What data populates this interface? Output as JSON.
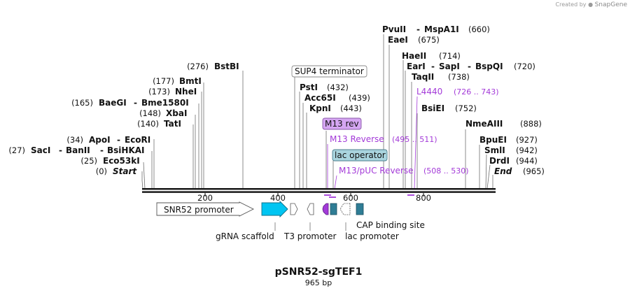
{
  "credit": {
    "prefix": "Created by",
    "brand": "SnapGene"
  },
  "plasmid": {
    "name": "pSNR52-sgTEF1",
    "length_label": "965 bp",
    "length": 965
  },
  "enzymes": [
    {
      "pos": "(0)",
      "names": [
        "Start"
      ],
      "bp": 0
    },
    {
      "pos": "(25)",
      "names": [
        "Eco53kI"
      ],
      "bp": 25
    },
    {
      "pos": "(27)",
      "names": [
        "SacI",
        "BanII",
        "BsiHKAI"
      ],
      "bp": 27
    },
    {
      "pos": "(34)",
      "names": [
        "ApoI",
        "EcoRI"
      ],
      "bp": 34
    },
    {
      "pos": "(140)",
      "names": [
        "TatI"
      ],
      "bp": 140
    },
    {
      "pos": "(148)",
      "names": [
        "XbaI"
      ],
      "bp": 148
    },
    {
      "pos": "(165)",
      "names": [
        "BaeGI",
        "Bme1580I"
      ],
      "bp": 165
    },
    {
      "pos": "(173)",
      "names": [
        "NheI"
      ],
      "bp": 173
    },
    {
      "pos": "(177)",
      "names": [
        "BmtI"
      ],
      "bp": 177
    },
    {
      "pos": "(276)",
      "names": [
        "BstBI"
      ],
      "bp": 276
    },
    {
      "pos": "(432)",
      "names": [
        "PstI"
      ],
      "bp": 432
    },
    {
      "pos": "(439)",
      "names": [
        "Acc65I"
      ],
      "bp": 439
    },
    {
      "pos": "(443)",
      "names": [
        "KpnI"
      ],
      "bp": 443
    },
    {
      "pos": "(660)",
      "names": [
        "PvuII",
        "MspA1I"
      ],
      "bp": 660
    },
    {
      "pos": "(675)",
      "names": [
        "EaeI"
      ],
      "bp": 675
    },
    {
      "pos": "(714)",
      "names": [
        "HaeII"
      ],
      "bp": 714
    },
    {
      "pos": "(720)",
      "names": [
        "EarI",
        "SapI",
        "BspQI"
      ],
      "bp": 720
    },
    {
      "pos": "(738)",
      "names": [
        "TaqII"
      ],
      "bp": 738
    },
    {
      "pos": "(752)",
      "names": [
        "BsiEI"
      ],
      "bp": 752
    },
    {
      "pos": "(888)",
      "names": [
        "NmeAIII"
      ],
      "bp": 888
    },
    {
      "pos": "(927)",
      "names": [
        "BpuEI"
      ],
      "bp": 927
    },
    {
      "pos": "(942)",
      "names": [
        "SmlI"
      ],
      "bp": 942
    },
    {
      "pos": "(944)",
      "names": [
        "DrdI"
      ],
      "bp": 944
    },
    {
      "pos": "(965)",
      "names": [
        "End"
      ],
      "bp": 965
    }
  ],
  "primers": [
    {
      "name": "L4440",
      "range": "(726 .. 743)"
    },
    {
      "name": "M13 Reverse",
      "range": "(495 .. 511)"
    },
    {
      "name": "M13/pUC Reverse",
      "range": "(508 .. 530)"
    }
  ],
  "boxed_labels": [
    {
      "text": "SUP4 terminator"
    },
    {
      "text": "M13 rev"
    },
    {
      "text": "lac operator"
    }
  ],
  "features_below": [
    {
      "text": "SNR52 promoter"
    },
    {
      "text": "gRNA scaffold"
    },
    {
      "text": "T3 promoter"
    },
    {
      "text": "lac promoter"
    },
    {
      "text": "CAP binding site"
    }
  ],
  "ruler": {
    "ticks": [
      "200",
      "400",
      "600",
      "800"
    ]
  },
  "colors": {
    "scaffold": "#00c5f2",
    "primer": "#a33ad8",
    "m13rev_fill": "#d5a6f2",
    "lacop_fill": "#a9d4de",
    "lacop_box": "#2a7fa0",
    "cap_box": "#2f7d95"
  }
}
